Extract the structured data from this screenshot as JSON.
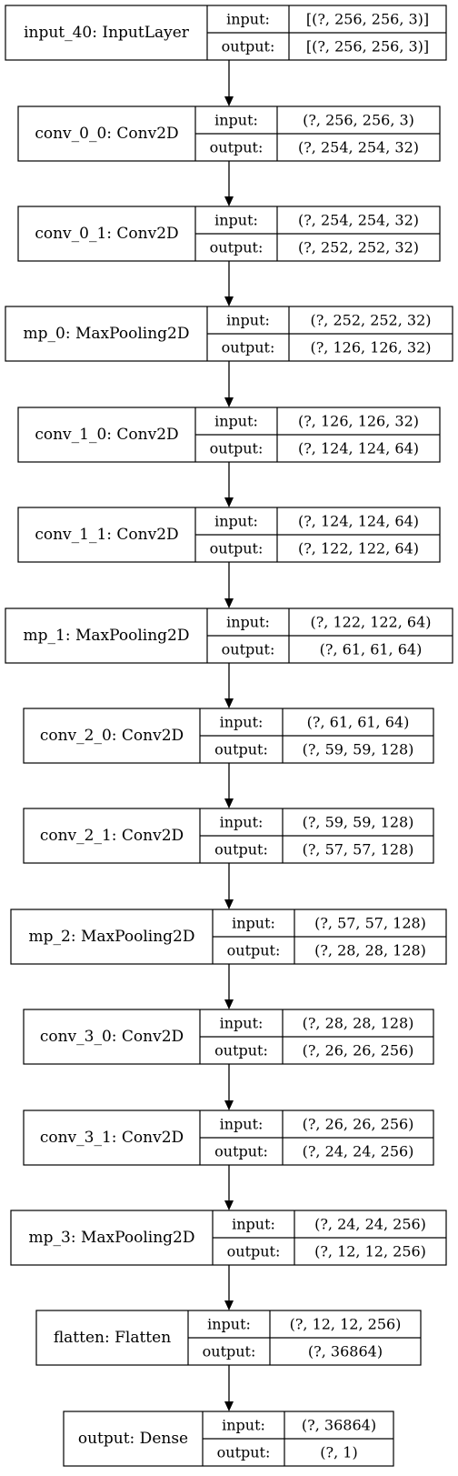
{
  "diagram": {
    "input_label": "input:",
    "output_label": "output:",
    "layers": [
      {
        "name": "input_40: InputLayer",
        "input": "[(?, 256, 256, 3)]",
        "output": "[(?, 256, 256, 3)]"
      },
      {
        "name": "conv_0_0: Conv2D",
        "input": "(?, 256, 256, 3)",
        "output": "(?, 254, 254, 32)"
      },
      {
        "name": "conv_0_1: Conv2D",
        "input": "(?, 254, 254, 32)",
        "output": "(?, 252, 252, 32)"
      },
      {
        "name": "mp_0: MaxPooling2D",
        "input": "(?, 252, 252, 32)",
        "output": "(?, 126, 126, 32)"
      },
      {
        "name": "conv_1_0: Conv2D",
        "input": "(?, 126, 126, 32)",
        "output": "(?, 124, 124, 64)"
      },
      {
        "name": "conv_1_1: Conv2D",
        "input": "(?, 124, 124, 64)",
        "output": "(?, 122, 122, 64)"
      },
      {
        "name": "mp_1: MaxPooling2D",
        "input": "(?, 122, 122, 64)",
        "output": "(?, 61, 61, 64)"
      },
      {
        "name": "conv_2_0: Conv2D",
        "input": "(?, 61, 61, 64)",
        "output": "(?, 59, 59, 128)"
      },
      {
        "name": "conv_2_1: Conv2D",
        "input": "(?, 59, 59, 128)",
        "output": "(?, 57, 57, 128)"
      },
      {
        "name": "mp_2: MaxPooling2D",
        "input": "(?, 57, 57, 128)",
        "output": "(?, 28, 28, 128)"
      },
      {
        "name": "conv_3_0: Conv2D",
        "input": "(?, 28, 28, 128)",
        "output": "(?, 26, 26, 256)"
      },
      {
        "name": "conv_3_1: Conv2D",
        "input": "(?, 26, 26, 256)",
        "output": "(?, 24, 24, 256)"
      },
      {
        "name": "mp_3: MaxPooling2D",
        "input": "(?, 24, 24, 256)",
        "output": "(?, 12, 12, 256)"
      },
      {
        "name": "flatten: Flatten",
        "input": "(?, 12, 12, 256)",
        "output": "(?, 36864)"
      },
      {
        "name": "output: Dense",
        "input": "(?, 36864)",
        "output": "(?, 1)"
      }
    ]
  }
}
